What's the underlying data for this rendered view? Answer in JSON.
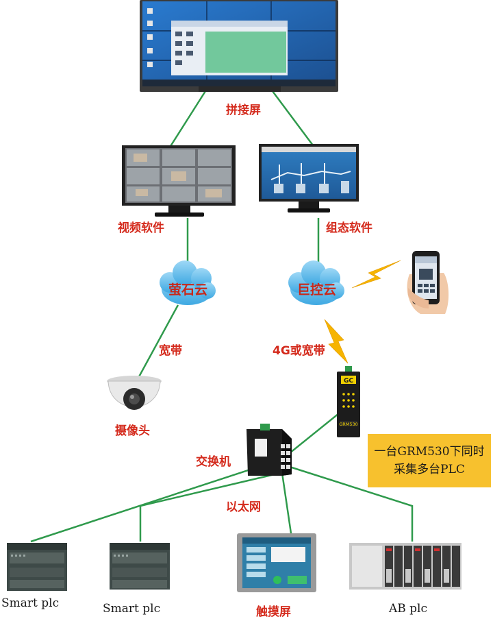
{
  "labels": {
    "video_wall": "拼接屏",
    "video_software": "视频软件",
    "scada_software": "组态软件",
    "ys_cloud": "萤石云",
    "jk_cloud": "巨控云",
    "broadband": "宽带",
    "4g_broadband": "4G或宽带",
    "camera": "摄像头",
    "switch": "交换机",
    "ethernet": "以太网",
    "plc1": "Smart plc",
    "plc2": "Smart plc",
    "hmi": "触摸屏",
    "ab_plc": "AB plc"
  },
  "device": {
    "model": "GRM530",
    "brand": "GC"
  },
  "callout": {
    "line1": "一台GRM530下同时",
    "line2": "采集多台PLC"
  },
  "colors": {
    "link": "#2f9a4c",
    "cloud": "#59b9e9",
    "label_red": "#d42a1c",
    "callout_bg": "#f7c12e",
    "lightning": "#f6b400"
  }
}
